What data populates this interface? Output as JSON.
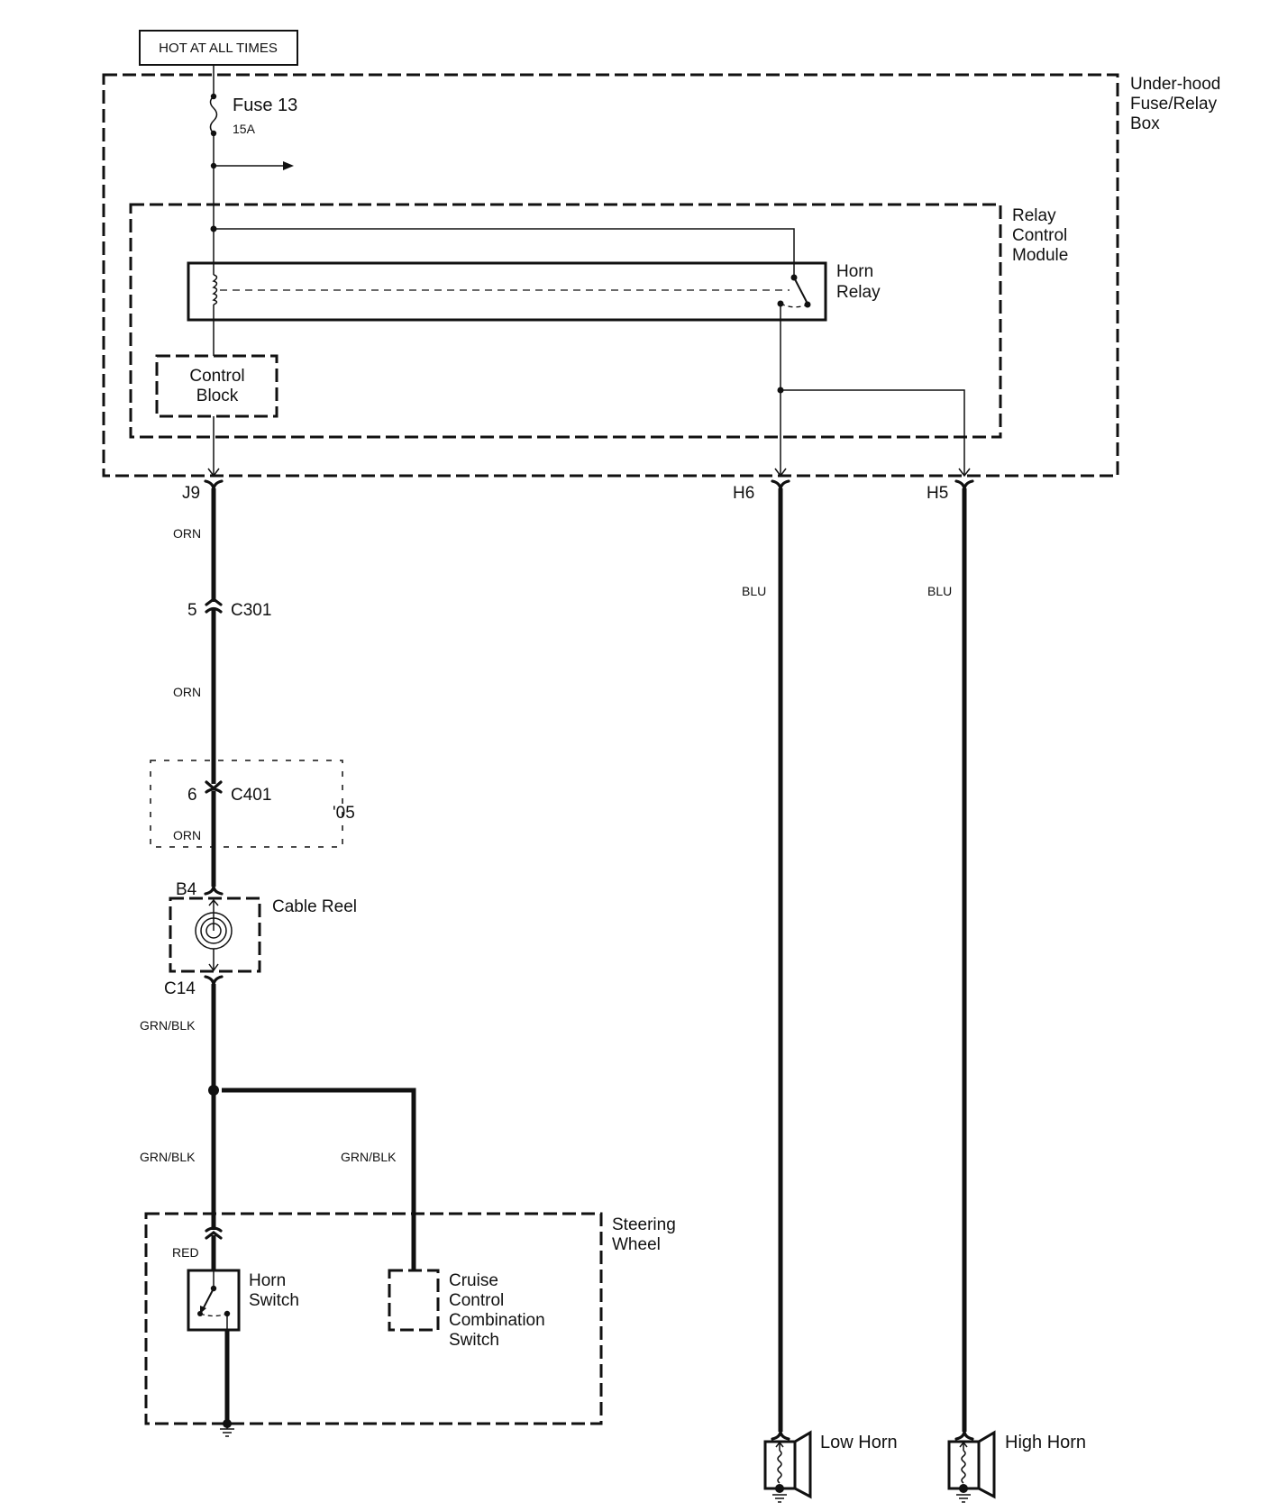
{
  "diagram": {
    "supply_label": "HOT AT ALL TIMES",
    "underhood_box": {
      "label_lines": [
        "Under-hood",
        "Fuse/Relay",
        "Box"
      ]
    },
    "fuse": {
      "name": "Fuse 13",
      "rating": "15A"
    },
    "relay_control_module": {
      "label_lines": [
        "Relay",
        "Control",
        "Module"
      ]
    },
    "horn_relay": {
      "label_lines": [
        "Horn",
        "Relay"
      ]
    },
    "control_block": {
      "label_lines": [
        "Control",
        "Block"
      ]
    },
    "cable_reel": {
      "label": "Cable Reel"
    },
    "steering_wheel": {
      "label_lines": [
        "Steering",
        "Wheel"
      ]
    },
    "horn_switch": {
      "label_lines": [
        "Horn",
        "Switch"
      ]
    },
    "cruise_switch": {
      "label_lines": [
        "Cruise",
        "Control",
        "Combination",
        "Switch"
      ]
    },
    "low_horn": {
      "label": "Low Horn"
    },
    "high_horn": {
      "label": "High Horn"
    }
  },
  "connectors": {
    "j9": "J9",
    "h6": "H6",
    "h5": "H5",
    "c301": {
      "pin": "5",
      "name": "C301"
    },
    "c401": {
      "pin": "6",
      "name": "C401",
      "model_note": "'05"
    },
    "b4": "B4",
    "c14": "C14"
  },
  "wires": {
    "j9_to_c301": "ORN",
    "c301_to_c401": "ORN",
    "c401_to_b4": "ORN",
    "c14_to_junction": "GRN/BLK",
    "junction_to_horn_switch": "GRN/BLK",
    "junction_to_cruise_switch": "GRN/BLK",
    "horn_switch_input": "RED",
    "h6_to_low_horn": "BLU",
    "h5_to_high_horn": "BLU"
  }
}
